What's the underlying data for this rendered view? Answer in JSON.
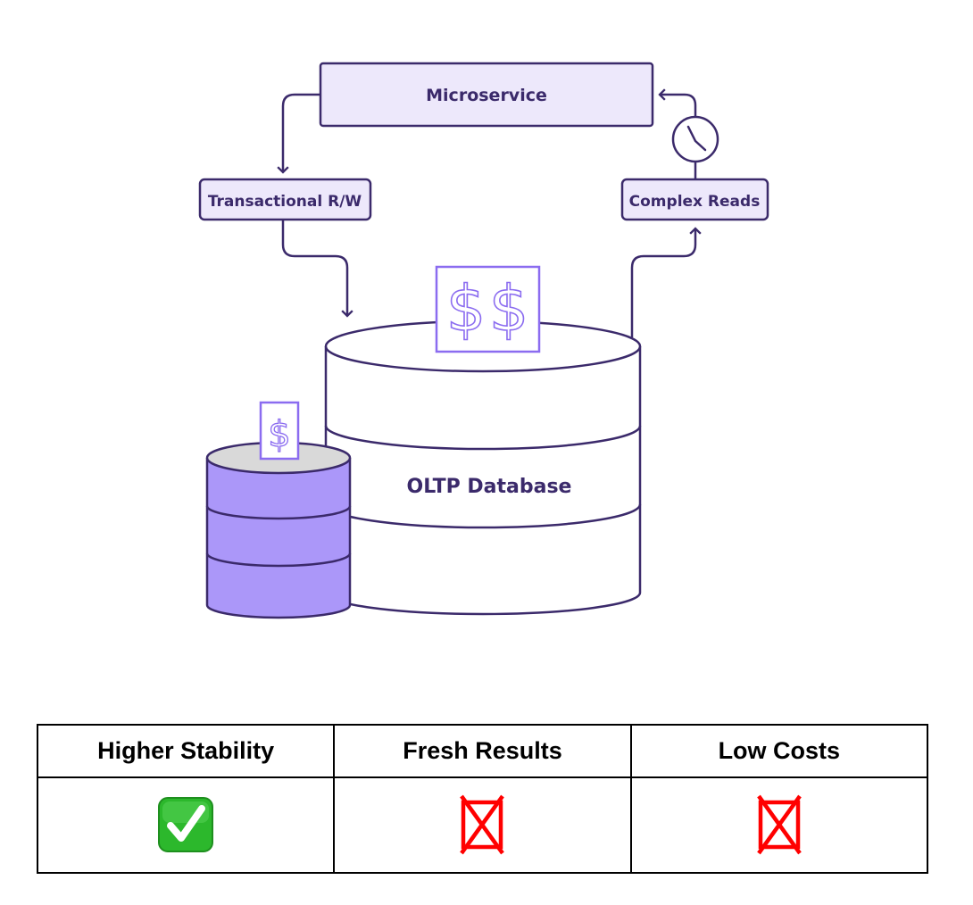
{
  "diagram": {
    "microservice_label": "Microservice",
    "transactional_label": "Transactional R/W",
    "complex_reads_label": "Complex Reads",
    "database_label": "OLTP Database",
    "large_dollar_glyphs": [
      "$",
      "$"
    ],
    "small_dollar_glyph": "$",
    "colors": {
      "stroke": "#3b2a6b",
      "box_fill": "#ede8fb",
      "dollar_stroke": "#8b6cf0",
      "small_db_fill": "#ab97f9",
      "small_db_top": "#d9d9d9"
    }
  },
  "comparison": {
    "headers": [
      "Higher Stability",
      "Fresh Results",
      "Low Costs"
    ],
    "values": [
      "check",
      "cross",
      "cross"
    ],
    "colors": {
      "check_green": "#2cb82c",
      "cross_red": "#ff0000"
    }
  }
}
